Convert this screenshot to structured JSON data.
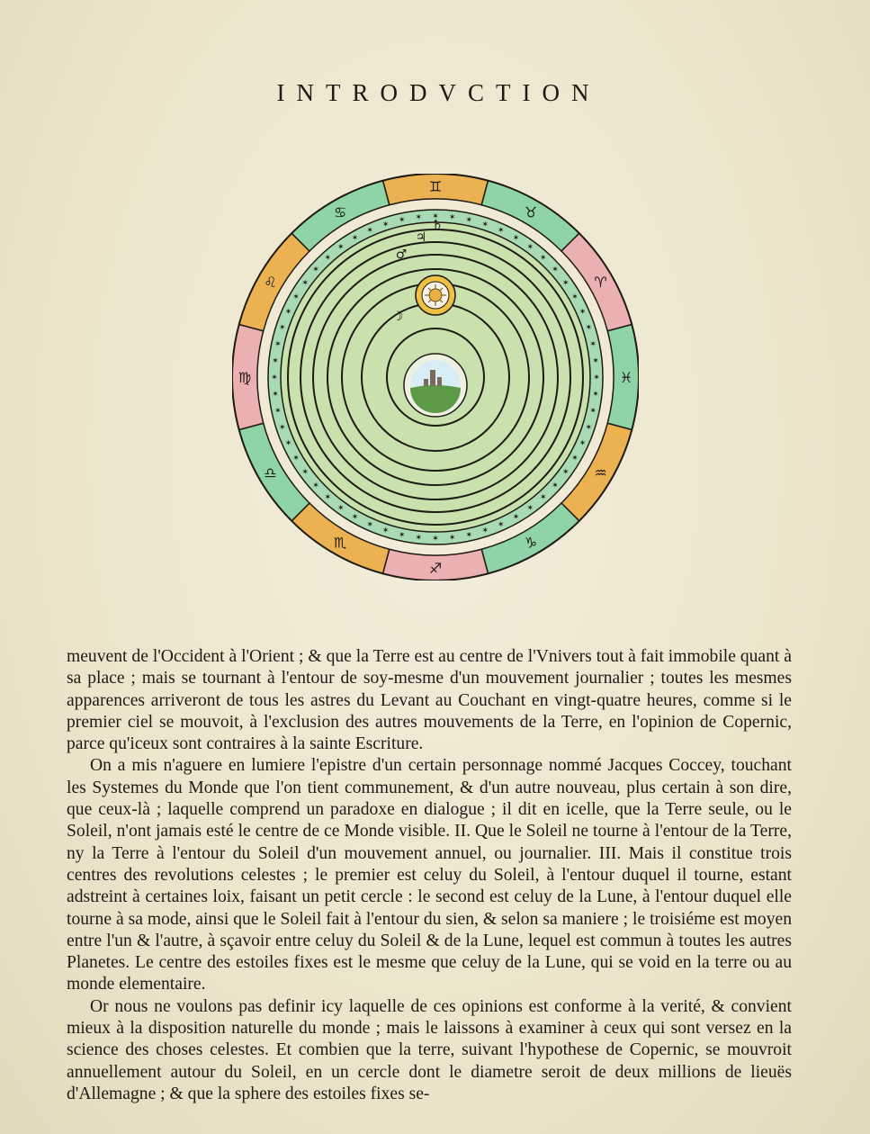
{
  "page": {
    "heading": "INTRODVCTION"
  },
  "diagram": {
    "symbols": {
      "zodiac": [
        "♋",
        "♊",
        "♉",
        "♈",
        "♓",
        "♒",
        "♑",
        "♐",
        "♏",
        "♎",
        "♍",
        "♌"
      ],
      "planets": [
        "♄",
        "♃",
        "♂",
        "☉",
        "☽"
      ]
    },
    "colors": {
      "outer_pink": "#ebb0b0",
      "outer_yellow": "#ecb150",
      "outer_green": "#8fd4a6",
      "star_band": "#a8dbb4",
      "inner_fill": "#c9e2ad",
      "sun_ring": "#f0c043",
      "earth_sky": "#d9edf6",
      "earth_ground": "#5d9a47"
    }
  },
  "text": {
    "p1": "meuvent de l'Occident à l'Orient ; & que la Terre est au centre de l'Vnivers tout à fait immobile quant à sa place ; mais se tournant à l'entour de soy-mesme d'un mouvement journalier ; toutes les mesmes apparences arriveront de tous les astres du Levant au Couchant en vingt-quatre heures, comme si le premier ciel se mouvoit, à l'exclusion des autres mouvements de la Terre, en l'opinion de Copernic, parce qu'iceux sont contraires à la sainte Escriture.",
    "p2": "On a mis n'aguere en lumiere l'epistre d'un certain personnage nommé Jacques Coccey, touchant les Systemes du Monde que l'on tient communement, & d'un autre nouveau, plus certain à son dire, que ceux-là ; laquelle comprend un paradoxe en dialogue ; il dit en icelle, que la Terre seule, ou le Soleil, n'ont jamais esté le centre de ce Monde visible. II. Que le Soleil ne tourne à l'entour de la Terre, ny la Terre à l'entour du Soleil d'un mouvement annuel, ou journalier. III. Mais il constitue trois centres des revolutions celestes ; le premier est celuy du Soleil, à l'entour duquel il tourne, estant adstreint à certaines loix, faisant un petit cercle : le second est celuy de la Lune, à l'entour duquel elle tourne à sa mode, ainsi que le Soleil fait à l'entour du sien, & selon sa maniere ; le troisiéme est moyen entre l'un & l'autre, à sçavoir entre celuy du Soleil & de la Lune, lequel est commun à toutes les autres Planetes. Le centre des estoiles fixes est le mesme que celuy de la Lune, qui se void en la terre ou au monde elementaire.",
    "p3": "Or nous ne voulons pas definir icy laquelle de ces opinions est conforme à la verité, & convient mieux à la disposition naturelle du monde ; mais le laissons à examiner à ceux qui sont versez en la science des choses celestes. Et combien que la terre, suivant l'hypothese de Copernic, se mouvroit annuellement autour du Soleil, en un cercle dont le diametre seroit de deux millions de lieuës d'Allemagne ; & que la sphere des estoiles fixes se-"
  }
}
